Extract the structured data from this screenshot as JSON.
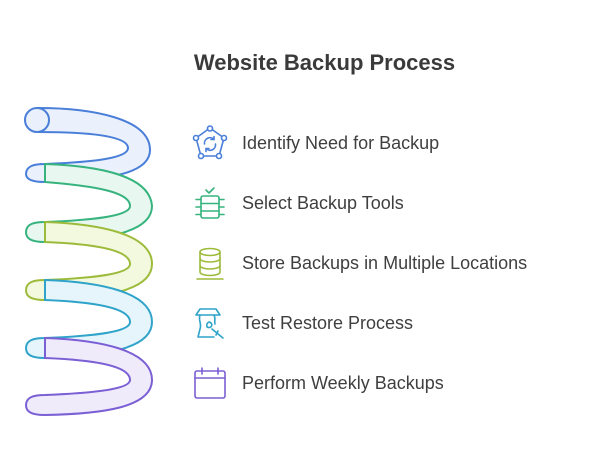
{
  "title": "Website Backup Process",
  "steps": [
    {
      "label": "Identify Need for Backup",
      "icon": "network-refresh-icon",
      "color": "#4a7fd9",
      "fill": "#eaf1fc"
    },
    {
      "label": "Select Backup Tools",
      "icon": "server-check-icon",
      "color": "#36b37e",
      "fill": "#e8f7ef"
    },
    {
      "label": "Store Backups in Multiple Locations",
      "icon": "database-icon",
      "color": "#9dbb3a",
      "fill": "#f3f9df"
    },
    {
      "label": "Test Restore Process",
      "icon": "restore-test-icon",
      "color": "#2fa3c9",
      "fill": "#e5f5fb"
    },
    {
      "label": "Perform Weekly Backups",
      "icon": "calendar-icon",
      "color": "#7b5fd4",
      "fill": "#efebfb"
    }
  ]
}
